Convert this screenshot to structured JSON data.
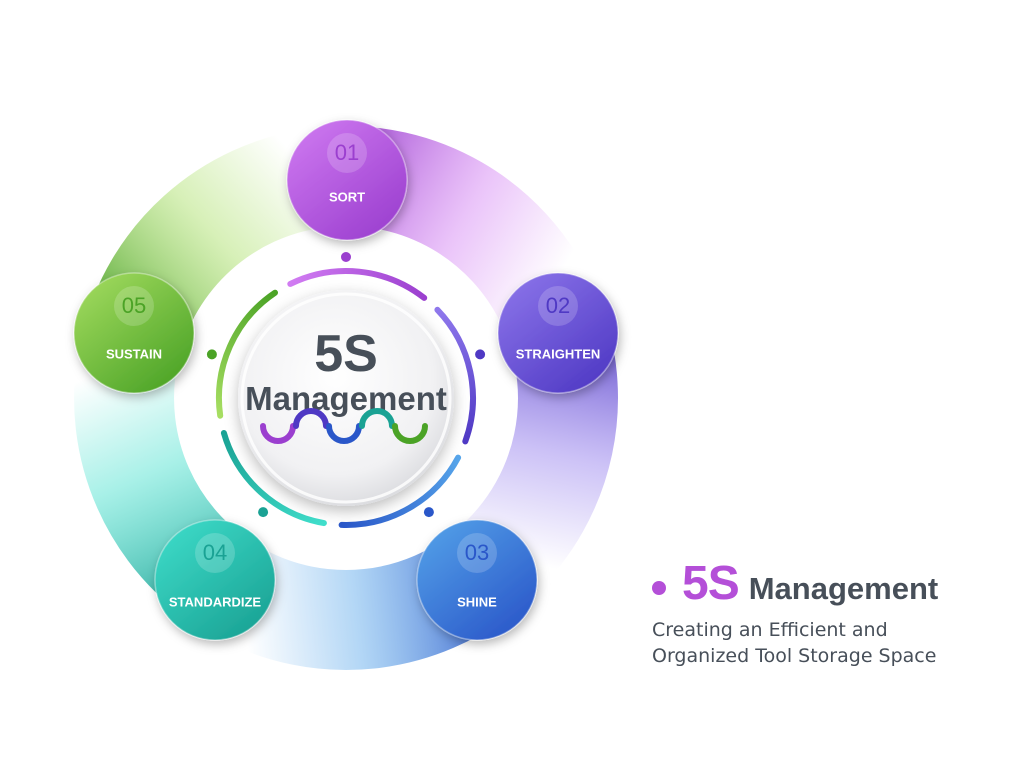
{
  "hub": {
    "title_big": "5S",
    "title_sub": "Management"
  },
  "steps": [
    {
      "number": "01",
      "label": "SORT",
      "color": "#9b3fcf",
      "color_light": "#d17cf2"
    },
    {
      "number": "02",
      "label": "STRAIGHTEN",
      "color": "#4f39c4",
      "color_light": "#8f78ec"
    },
    {
      "number": "03",
      "label": "SHINE",
      "color": "#2a57c9",
      "color_light": "#56a5ea"
    },
    {
      "number": "04",
      "label": "STANDARDIZE",
      "color": "#1aa294",
      "color_light": "#40dfcc"
    },
    {
      "number": "05",
      "label": "SUSTAIN",
      "color": "#4ba326",
      "color_light": "#a7de62"
    }
  ],
  "caption": {
    "big": "5S",
    "rest": "Management",
    "line1": "Creating an Efficient and",
    "line2": "Organized Tool Storage Space",
    "accent": "#b44fd8"
  }
}
